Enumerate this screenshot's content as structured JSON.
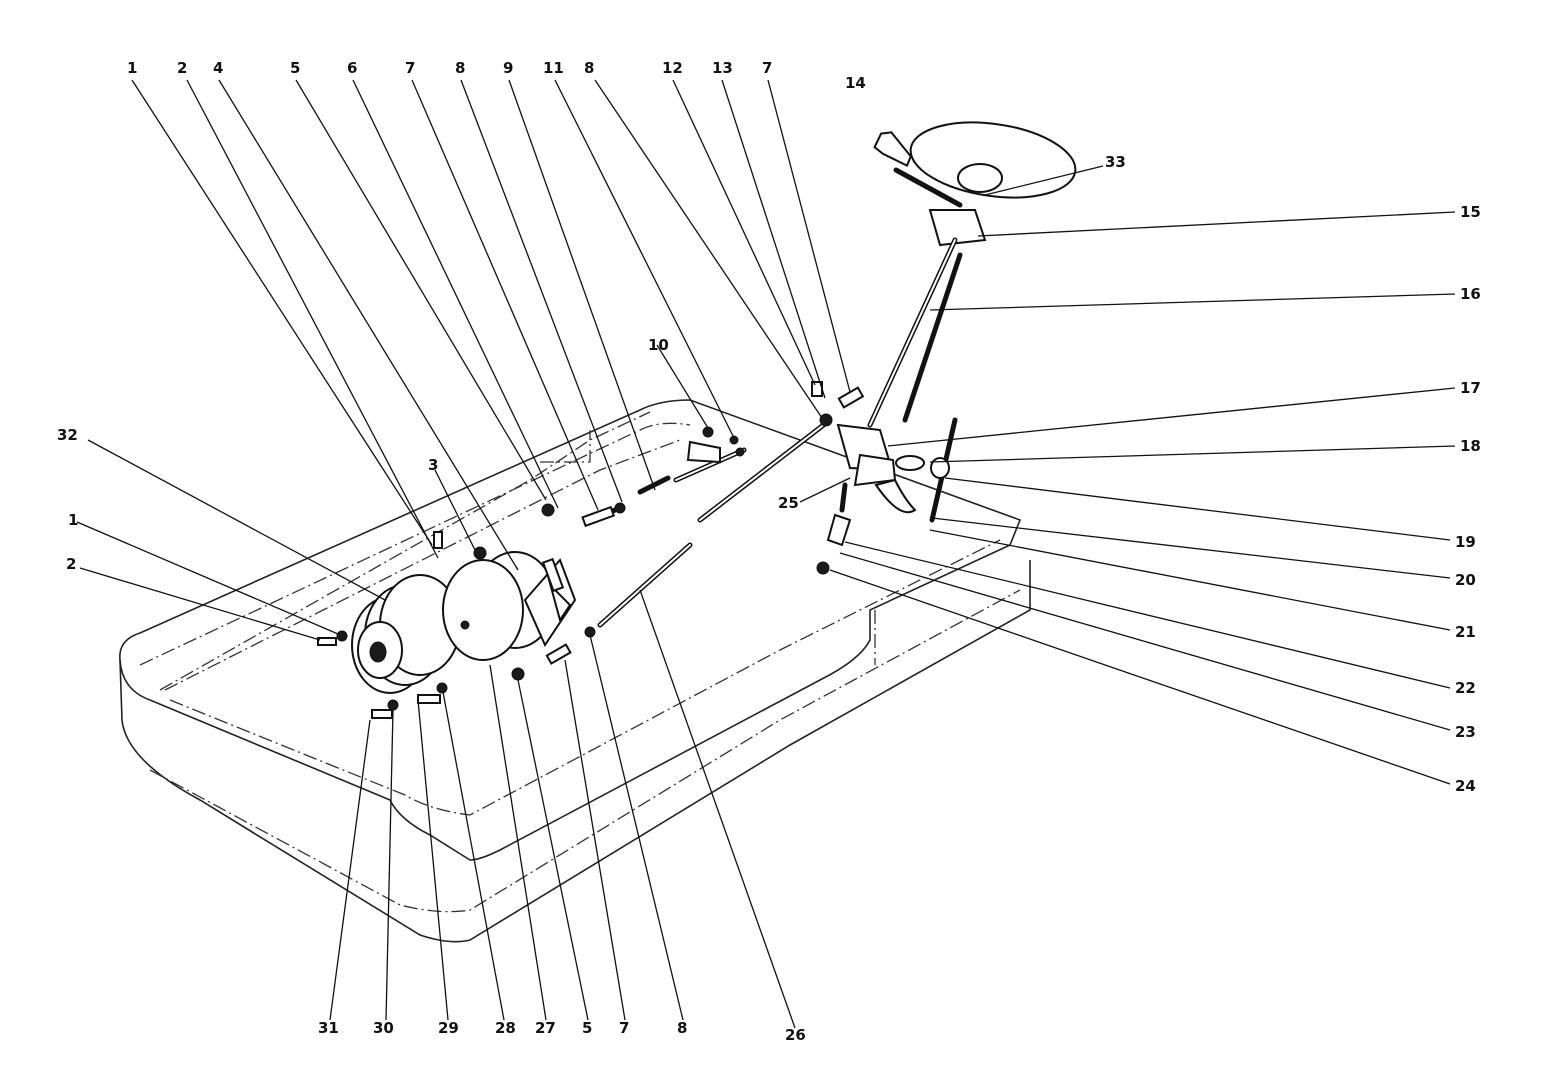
{
  "diagram": {
    "type": "exploded-parts-drawing",
    "callouts": [
      "1",
      "2",
      "4",
      "5",
      "6",
      "7",
      "8",
      "9",
      "11",
      "8",
      "12",
      "13",
      "7",
      "14",
      "33",
      "15",
      "16",
      "17",
      "18",
      "19",
      "20",
      "21",
      "22",
      "23",
      "24",
      "25",
      "26",
      "8",
      "7",
      "5",
      "27",
      "28",
      "29",
      "30",
      "31",
      "32",
      "3",
      "1",
      "2",
      "10"
    ]
  }
}
